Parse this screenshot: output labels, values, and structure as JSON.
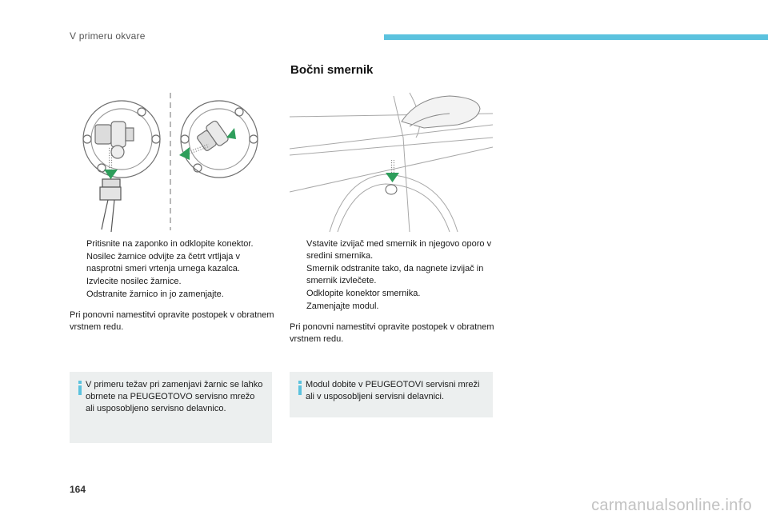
{
  "header": {
    "section": "V primeru okvare",
    "accent_color": "#5bc2de"
  },
  "right_column": {
    "title": "Bočni smernik",
    "steps": [
      "Vstavite izvijač med smernik in njegovo oporo v sredini smernika.",
      "Smernik odstranite tako, da nagnete izvijač in smernik izvlečete.",
      "Odklopite konektor smernika.",
      "Zamenjajte modul."
    ],
    "paragraph": "Pri ponovni namestitvi opravite postopek v obratnem vrstnem redu.",
    "info": "Modul dobite v PEUGEOTOVI servisni mreži ali v usposobljeni servisni delavnici."
  },
  "left_column": {
    "steps": [
      "Pritisnite na zaponko in odklopite konektor.",
      "Nosilec žarnice odvijte za četrt vrtljaja v nasprotni smeri vrtenja urnega kazalca.",
      "Izvlecite nosilec žarnice.",
      "Odstranite žarnico in jo zamenjajte."
    ],
    "paragraph": "Pri ponovni namestitvi opravite postopek v obratnem vrstnem redu.",
    "info": "V primeru težav pri zamenjavi žarnic se lahko obrnete na PEUGEOTOVO servisno mrežo ali usposobljeno servisno delavnico."
  },
  "bullet_glyph": "",
  "page_number": "164",
  "watermark": "carmanualsonline.info",
  "colors": {
    "info_box_bg": "#ecefef",
    "arrow_green": "#2e9e5b",
    "info_icon": "#5bc2de"
  }
}
